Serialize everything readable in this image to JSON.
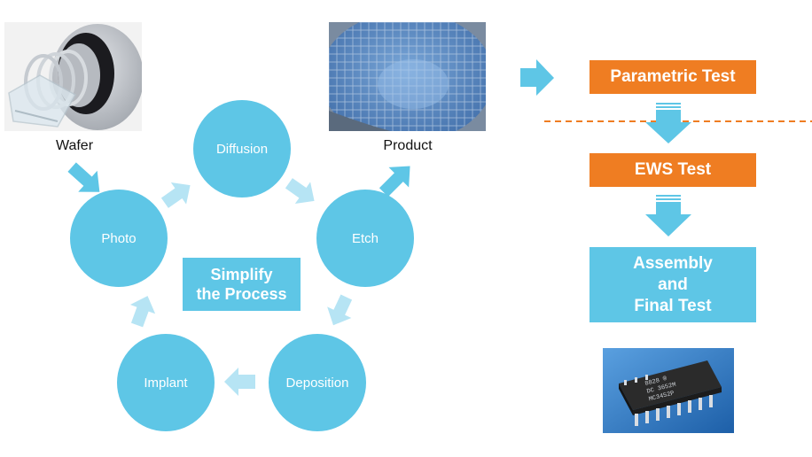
{
  "labels": {
    "wafer": "Wafer",
    "product": "Product"
  },
  "cycle": {
    "diffusion": "Diffusion",
    "photo": "Photo",
    "etch": "Etch",
    "implant": "Implant",
    "deposition": "Deposition"
  },
  "center_box": {
    "line1": "Simplify",
    "line2": "the Process"
  },
  "flow": {
    "parametric": "Parametric Test",
    "ews": "EWS Test",
    "assembly_line1": "Assembly",
    "assembly_line2": "and",
    "assembly_line3": "Final Test"
  },
  "colors": {
    "cycle_blue": "#5ec6e6",
    "arrow_light_blue": "#b6e4f4",
    "orange": "#ef7d22",
    "dashed_line": "#ef7d22"
  },
  "chip_marking": {
    "line1": "8828 ®",
    "line2": "DC 3652M",
    "line3": "MC3452P"
  }
}
